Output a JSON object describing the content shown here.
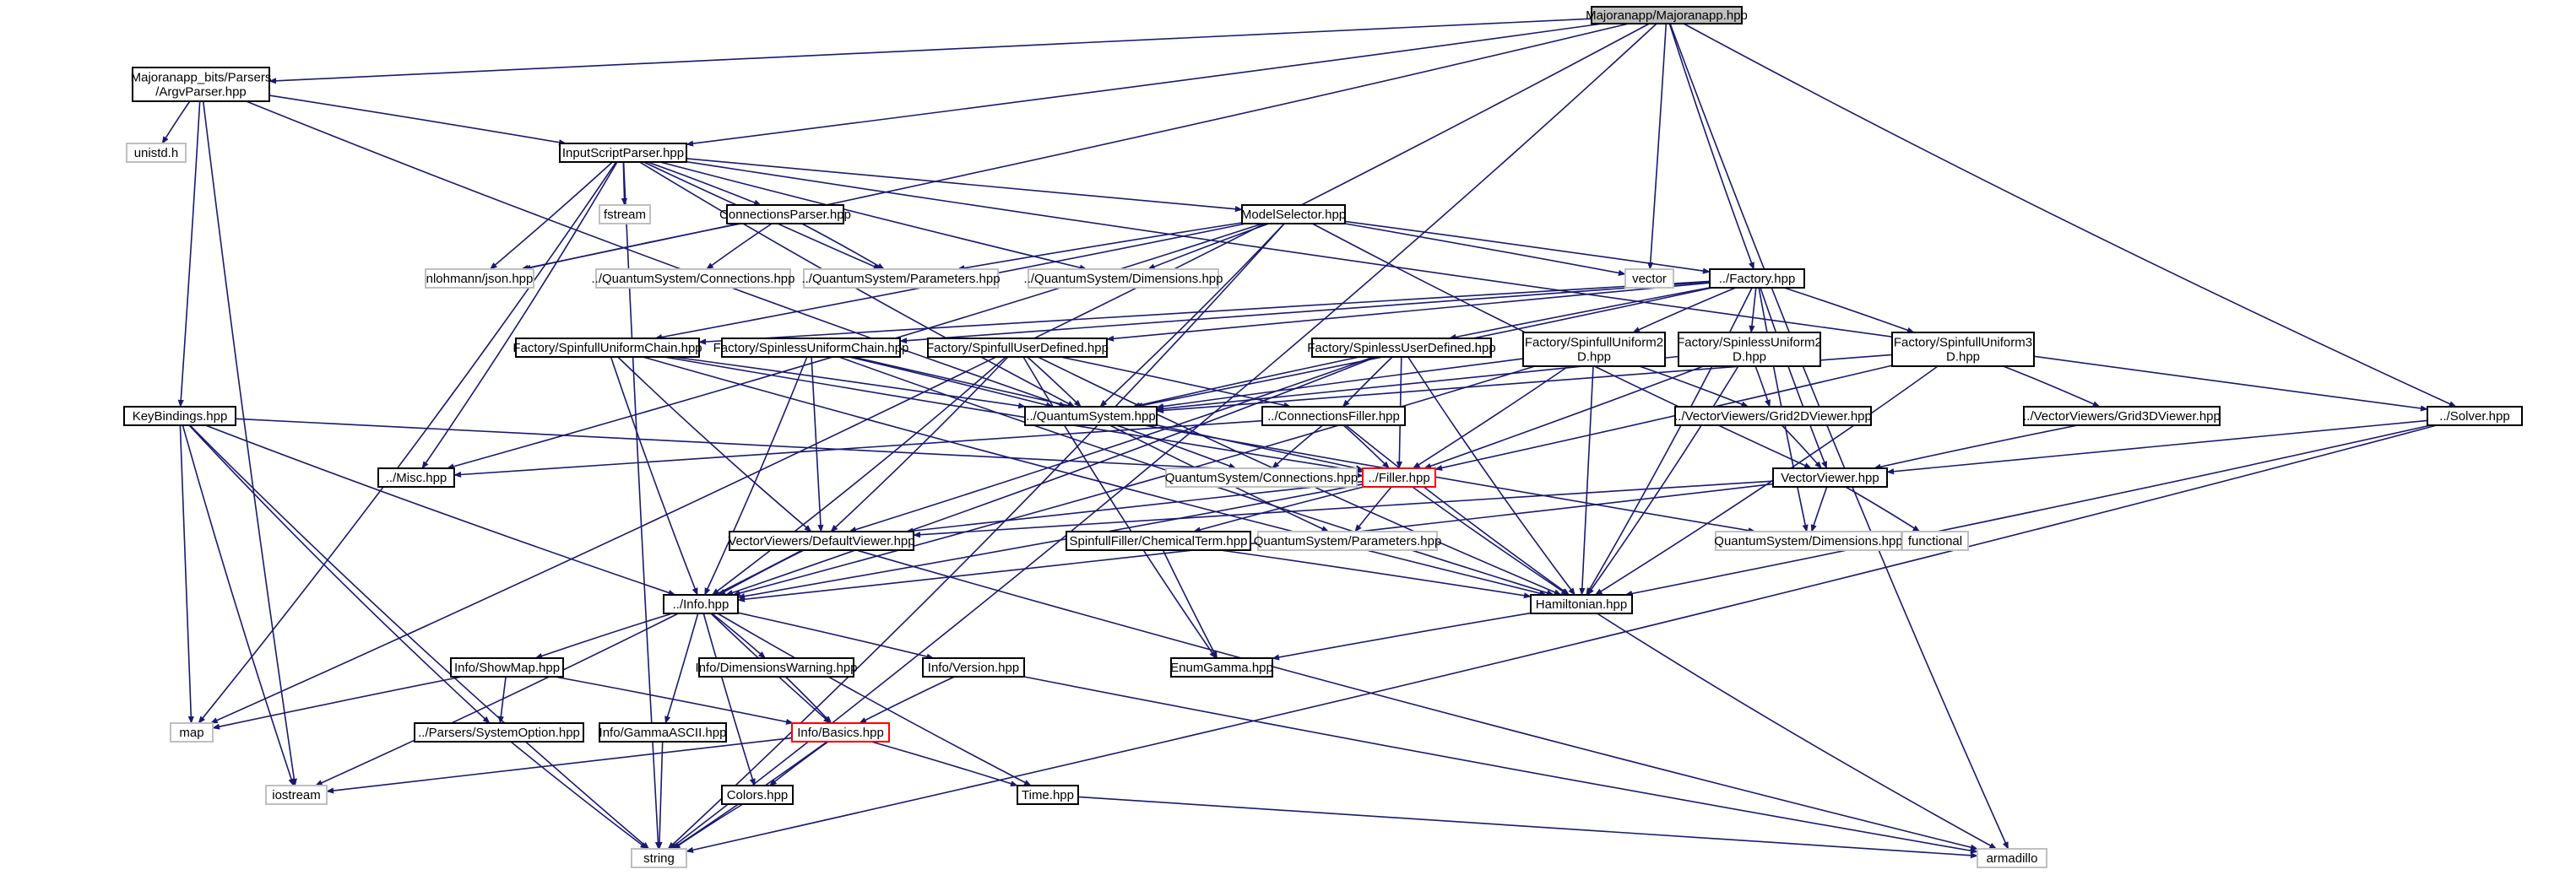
{
  "diagram": {
    "colors": {
      "edge": "#191970",
      "main_fill": "#bfbfbf",
      "local_border": "#000000",
      "system_border": "#bfbfbf",
      "incomplete_border": "#ff0000"
    },
    "nodes": [
      {
        "id": "majoranapp",
        "lines": [
          "Majoranapp/Majoranapp.hpp"
        ],
        "kind": "main"
      },
      {
        "id": "argvparser",
        "lines": [
          "Majoranapp_bits/Parsers",
          "/ArgvParser.hpp"
        ],
        "kind": "local"
      },
      {
        "id": "unistd",
        "lines": [
          "unistd.h"
        ],
        "kind": "sys"
      },
      {
        "id": "inputscriptparser",
        "lines": [
          "InputScriptParser.hpp"
        ],
        "kind": "local"
      },
      {
        "id": "fstream",
        "lines": [
          "fstream"
        ],
        "kind": "sys"
      },
      {
        "id": "connectionsparser",
        "lines": [
          "ConnectionsParser.hpp"
        ],
        "kind": "local"
      },
      {
        "id": "modelselector",
        "lines": [
          "ModelSelector.hpp"
        ],
        "kind": "local"
      },
      {
        "id": "nlohmann",
        "lines": [
          "nlohmann/json.hpp"
        ],
        "kind": "sys"
      },
      {
        "id": "qsconnections_rel",
        "lines": [
          "../QuantumSystem/Connections.hpp"
        ],
        "kind": "sys"
      },
      {
        "id": "qsparameters_rel",
        "lines": [
          "../QuantumSystem/Parameters.hpp"
        ],
        "kind": "sys"
      },
      {
        "id": "qsdimensions_rel",
        "lines": [
          "../QuantumSystem/Dimensions.hpp"
        ],
        "kind": "sys"
      },
      {
        "id": "vector",
        "lines": [
          "vector"
        ],
        "kind": "sys"
      },
      {
        "id": "factory",
        "lines": [
          "../Factory.hpp"
        ],
        "kind": "local"
      },
      {
        "id": "fspinfulluniformchain",
        "lines": [
          "Factory/SpinfullUniformChain.hpp"
        ],
        "kind": "local"
      },
      {
        "id": "fspinlessuniformchain",
        "lines": [
          "Factory/SpinlessUniformChain.hpp"
        ],
        "kind": "local"
      },
      {
        "id": "fspinfulluserdefined",
        "lines": [
          "Factory/SpinfullUserDefined.hpp"
        ],
        "kind": "local"
      },
      {
        "id": "fspinlessuserdefined",
        "lines": [
          "Factory/SpinlessUserDefined.hpp"
        ],
        "kind": "local"
      },
      {
        "id": "fspinfulluniform2d",
        "lines": [
          "Factory/SpinfullUniform2",
          "D.hpp"
        ],
        "kind": "local"
      },
      {
        "id": "fspinlessuniform2d",
        "lines": [
          "Factory/SpinlessUniform2",
          "D.hpp"
        ],
        "kind": "local"
      },
      {
        "id": "fspinfulluniform3d",
        "lines": [
          "Factory/SpinfullUniform3",
          "D.hpp"
        ],
        "kind": "local"
      },
      {
        "id": "quantumsystem",
        "lines": [
          "../QuantumSystem.hpp"
        ],
        "kind": "local"
      },
      {
        "id": "keybindings",
        "lines": [
          "KeyBindings.hpp"
        ],
        "kind": "local"
      },
      {
        "id": "misc",
        "lines": [
          "../Misc.hpp"
        ],
        "kind": "local"
      },
      {
        "id": "connectionsfiller",
        "lines": [
          "../ConnectionsFiller.hpp"
        ],
        "kind": "local"
      },
      {
        "id": "grid2dviewer",
        "lines": [
          "../VectorViewers/Grid2DViewer.hpp"
        ],
        "kind": "local"
      },
      {
        "id": "grid3dviewer",
        "lines": [
          "../VectorViewers/Grid3DViewer.hpp"
        ],
        "kind": "local"
      },
      {
        "id": "solver",
        "lines": [
          "../Solver.hpp"
        ],
        "kind": "local"
      },
      {
        "id": "qsconnections",
        "lines": [
          "QuantumSystem/Connections.hpp"
        ],
        "kind": "sys"
      },
      {
        "id": "filler",
        "lines": [
          "../Filler.hpp"
        ],
        "kind": "red"
      },
      {
        "id": "vectorviewer",
        "lines": [
          "VectorViewer.hpp"
        ],
        "kind": "local"
      },
      {
        "id": "defaultviewer",
        "lines": [
          "VectorViewers/DefaultViewer.hpp"
        ],
        "kind": "local"
      },
      {
        "id": "chemicalterm",
        "lines": [
          "SpinfullFiller/ChemicalTerm.hpp"
        ],
        "kind": "local"
      },
      {
        "id": "qsparameters",
        "lines": [
          "QuantumSystem/Parameters.hpp"
        ],
        "kind": "sys"
      },
      {
        "id": "qsdimensions",
        "lines": [
          "QuantumSystem/Dimensions.hpp"
        ],
        "kind": "sys"
      },
      {
        "id": "functional",
        "lines": [
          "functional"
        ],
        "kind": "sys"
      },
      {
        "id": "info",
        "lines": [
          "../Info.hpp"
        ],
        "kind": "local"
      },
      {
        "id": "hamiltonian",
        "lines": [
          "Hamiltonian.hpp"
        ],
        "kind": "local"
      },
      {
        "id": "showmap",
        "lines": [
          "Info/ShowMap.hpp"
        ],
        "kind": "local"
      },
      {
        "id": "dimensionswarning",
        "lines": [
          "Info/DimensionsWarning.hpp"
        ],
        "kind": "local"
      },
      {
        "id": "infoversion",
        "lines": [
          "Info/Version.hpp"
        ],
        "kind": "local"
      },
      {
        "id": "enumgamma",
        "lines": [
          "EnumGamma.hpp"
        ],
        "kind": "local"
      },
      {
        "id": "map",
        "lines": [
          "map"
        ],
        "kind": "sys"
      },
      {
        "id": "systemoption",
        "lines": [
          "../Parsers/SystemOption.hpp"
        ],
        "kind": "local"
      },
      {
        "id": "gammaascii",
        "lines": [
          "Info/GammaASCII.hpp"
        ],
        "kind": "local"
      },
      {
        "id": "infobasics",
        "lines": [
          "Info/Basics.hpp"
        ],
        "kind": "red"
      },
      {
        "id": "iostream",
        "lines": [
          "iostream"
        ],
        "kind": "sys"
      },
      {
        "id": "colors",
        "lines": [
          "Colors.hpp"
        ],
        "kind": "local"
      },
      {
        "id": "timehpp",
        "lines": [
          "Time.hpp"
        ],
        "kind": "local"
      },
      {
        "id": "string",
        "lines": [
          "string"
        ],
        "kind": "sys"
      },
      {
        "id": "armadillo",
        "lines": [
          "armadillo"
        ],
        "kind": "sys"
      }
    ]
  }
}
